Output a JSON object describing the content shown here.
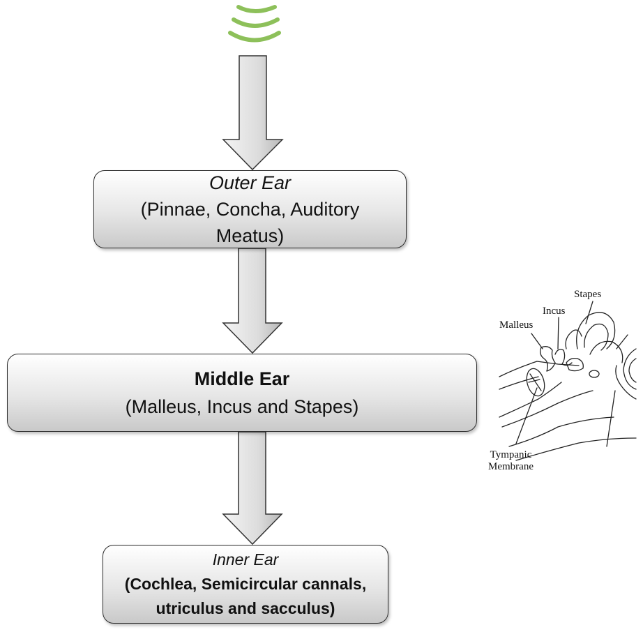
{
  "outer_ear": {
    "title": "Outer Ear",
    "detail_line1": "(Pinnae, Concha, Auditory",
    "detail_line2": "Meatus)"
  },
  "middle_ear": {
    "title": "Middle Ear",
    "detail": "(Malleus, Incus and Stapes)"
  },
  "inner_ear": {
    "title": "Inner Ear",
    "detail_line1": "(Cochlea, Semicircular cannals,",
    "detail_line2": "utriculus and sacculus)"
  },
  "illustration": {
    "stapes": "Stapes",
    "incus": "Incus",
    "malleus": "Malleus",
    "tympanic_line1": "Tympanic",
    "tympanic_line2": "Membrane"
  },
  "colors": {
    "sound_wave": "#8dc05a",
    "box_border": "#2b2b2b",
    "arrow_fill_light": "#f4f4f4",
    "arrow_fill_dark": "#b9b9b9"
  }
}
